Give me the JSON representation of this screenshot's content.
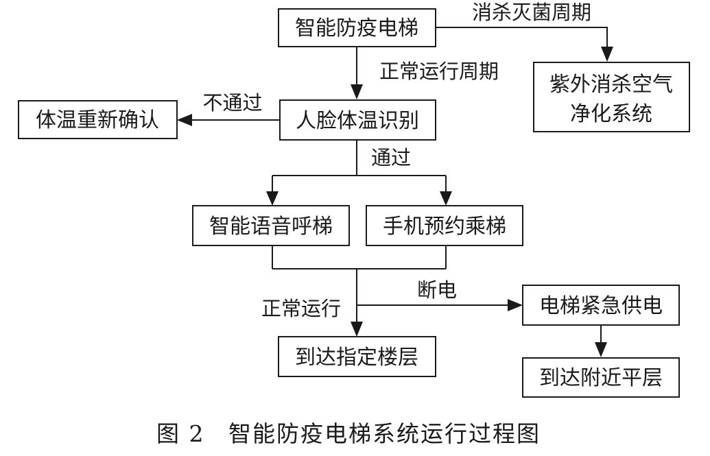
{
  "nodes": {
    "elevator": "智能防疫电梯",
    "uv_system_line1": "紫外消杀空气",
    "uv_system_line2": "净化系统",
    "face_temp": "人脸体温识别",
    "recheck": "体温重新确认",
    "voice_call": "智能语音呼梯",
    "phone_book": "手机预约乘梯",
    "emergency_power": "电梯紧急供电",
    "target_floor": "到达指定楼层",
    "nearby_floor": "到达附近平层"
  },
  "edges": {
    "disinfect_cycle": "消杀灭菌周期",
    "normal_cycle": "正常运行周期",
    "not_pass": "不通过",
    "pass": "通过",
    "power_off": "断电",
    "normal_run": "正常运行"
  },
  "caption": {
    "label": "图 2",
    "title": "智能防疫电梯系统运行过程图"
  }
}
